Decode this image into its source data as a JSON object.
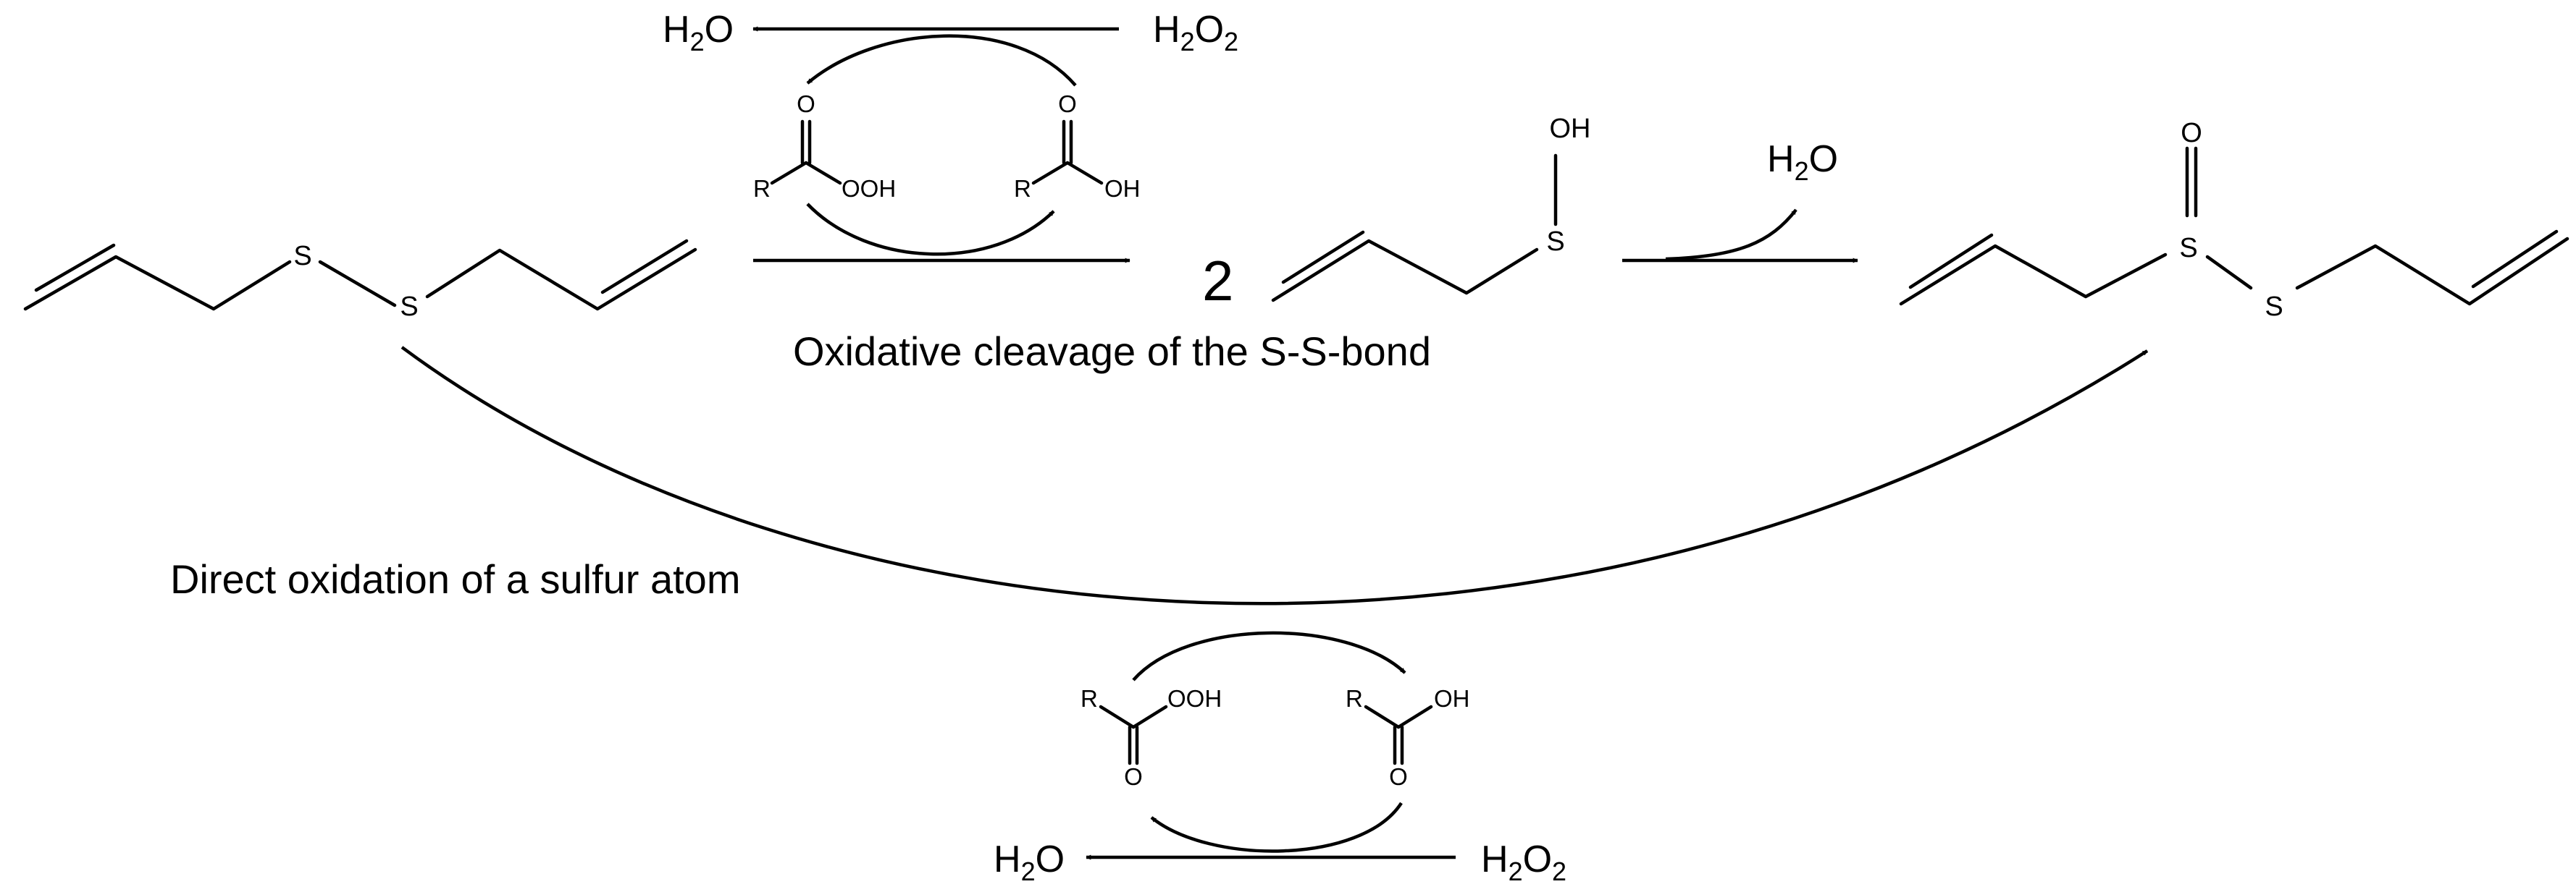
{
  "atoms": {
    "S": "S",
    "O": "O",
    "OH": "OH",
    "OOH": "OOH",
    "R": "R",
    "H": "H",
    "two": "2"
  },
  "water": {
    "H": "H",
    "sub": "2",
    "O": "O"
  },
  "peroxide": {
    "H": "H",
    "sub": "2",
    "O": "O",
    "sub2": "2"
  },
  "stoichiometry": "2",
  "labels": {
    "path_top": "Oxidative cleavage of the S-S-bond",
    "path_bottom": "Direct oxidation of a sulfur atom"
  }
}
